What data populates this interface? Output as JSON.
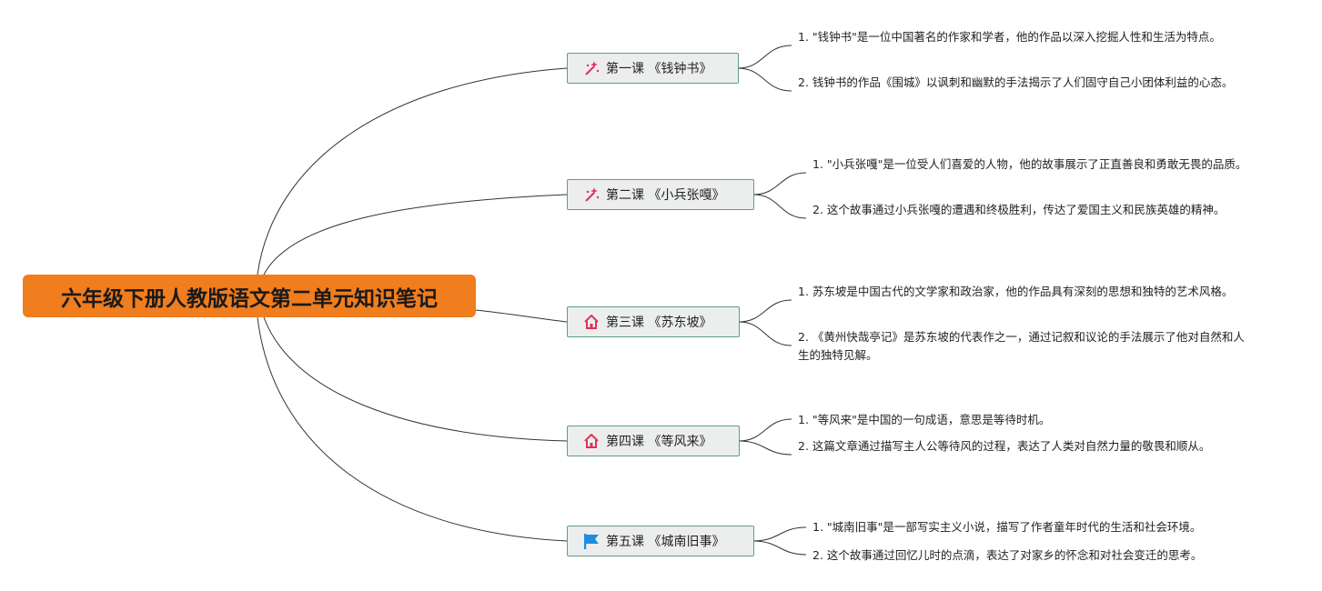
{
  "root": {
    "title": "六年级下册人教版语文第二单元知识笔记"
  },
  "topics": [
    {
      "label": "第一课 《钱钟书》",
      "icon": "magic-wand-icon",
      "notes": [
        "1. \"钱钟书\"是一位中国著名的作家和学者，他的作品以深入挖掘人性和生活为特点。",
        "2. 钱钟书的作品《围城》以讽刺和幽默的手法揭示了人们固守自己小团体利益的心态。"
      ]
    },
    {
      "label": "第二课 《小兵张嘎》",
      "icon": "magic-wand-icon",
      "notes": [
        "1. \"小兵张嘎\"是一位受人们喜爱的人物，他的故事展示了正直善良和勇敢无畏的品质。",
        "2. 这个故事通过小兵张嘎的遭遇和终极胜利，传达了爱国主义和民族英雄的精神。"
      ]
    },
    {
      "label": "第三课 《苏东坡》",
      "icon": "house-icon",
      "notes": [
        "1. 苏东坡是中国古代的文学家和政治家，他的作品具有深刻的思想和独特的艺术风格。",
        "2. 《黄州快哉亭记》是苏东坡的代表作之一，通过记叙和议论的手法展示了他对自然和人生的独特见解。"
      ]
    },
    {
      "label": "第四课 《等风来》",
      "icon": "house-icon",
      "notes": [
        "1. \"等风来\"是中国的一句成语，意思是等待时机。",
        "2. 这篇文章通过描写主人公等待风的过程，表达了人类对自然力量的敬畏和顺从。"
      ]
    },
    {
      "label": "第五课 《城南旧事》",
      "icon": "flag-icon",
      "notes": [
        "1. \"城南旧事\"是一部写实主义小说，描写了作者童年时代的生活和社会环境。",
        "2. 这个故事通过回忆儿时的点滴，表达了对家乡的怀念和对社会变迁的思考。"
      ]
    }
  ],
  "colors": {
    "root_fill": "#f07d1e",
    "topic_fill": "#eceeed",
    "topic_border": "#5e9e86",
    "wand_icon": "#e0315a",
    "house_icon": "#e0315a",
    "flag_icon": "#1e8de0"
  }
}
